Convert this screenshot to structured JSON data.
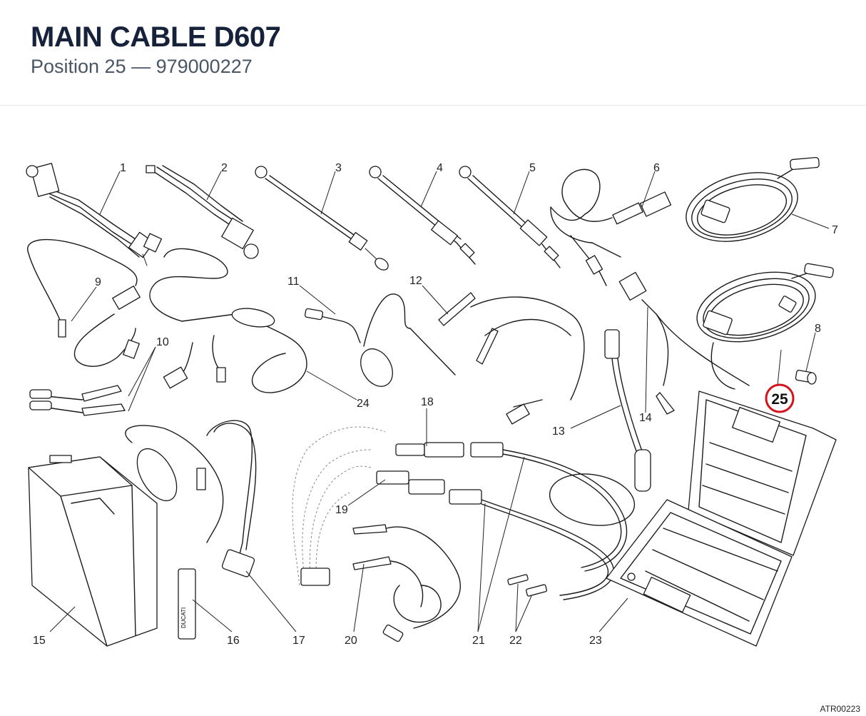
{
  "header": {
    "title": "MAIN CABLE D607",
    "subtitle": "Position 25 — 979000227"
  },
  "diagram": {
    "drawing_code": "ATR00223",
    "highlighted_position": "25",
    "callouts": [
      "1",
      "2",
      "3",
      "4",
      "5",
      "6",
      "7",
      "8",
      "9",
      "10",
      "11",
      "12",
      "13",
      "14",
      "15",
      "16",
      "17",
      "18",
      "19",
      "20",
      "21",
      "22",
      "23",
      "24"
    ],
    "card_text": "DUCATI"
  }
}
